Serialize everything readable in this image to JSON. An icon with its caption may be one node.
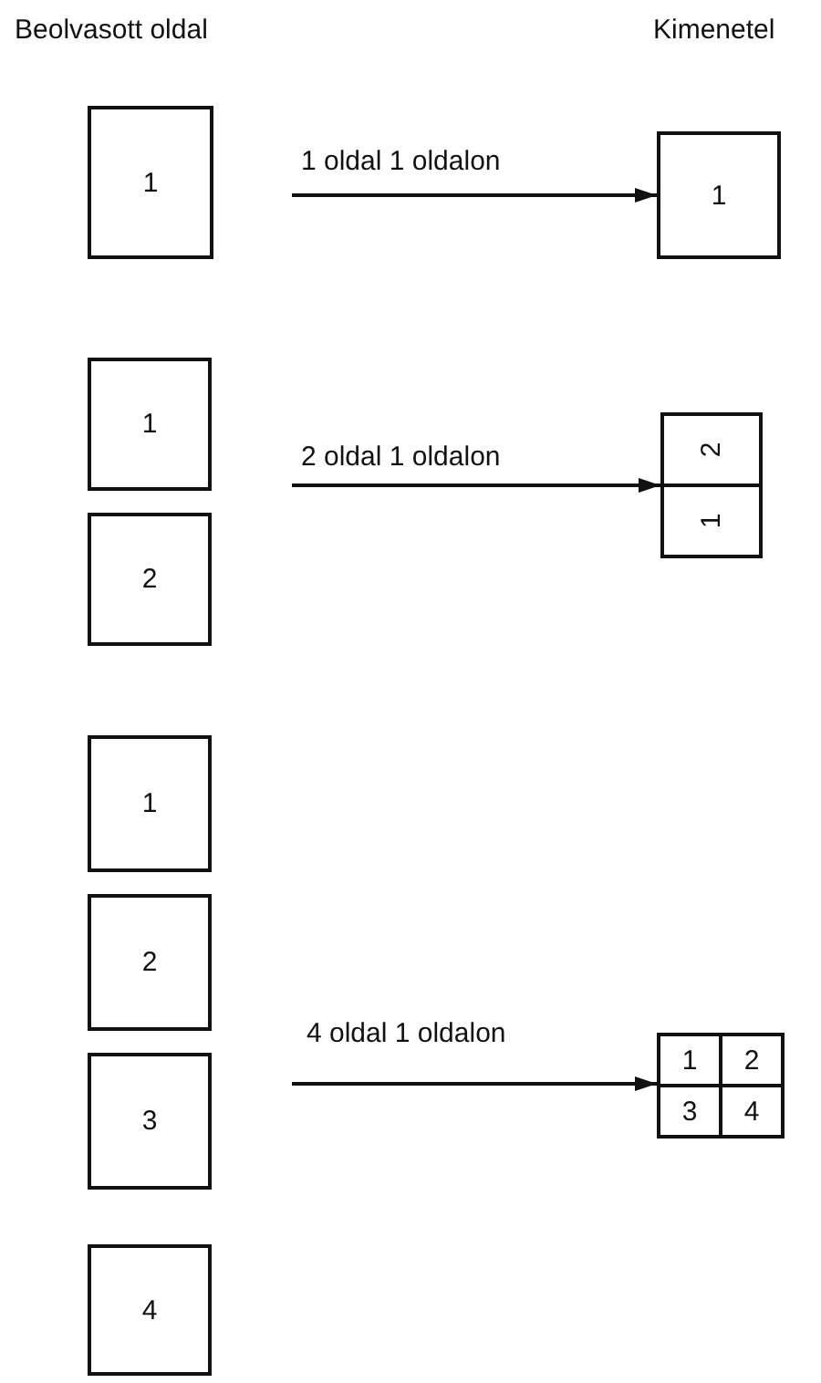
{
  "diagram": {
    "nodes": [
      {
        "text": [
          "1"
        ]
      },
      {
        "text": [
          "1"
        ]
      },
      {
        "text": [
          "1"
        ]
      },
      {
        "text": [
          "2"
        ]
      },
      {
        "text": [],
        "shape": "box"
      },
      {
        "text": [
          "2"
        ],
        "in": 4
      },
      {
        "text": [
          "1"
        ],
        "in": 4
      },
      {
        "text": [
          "1"
        ]
      },
      {
        "text": [
          "2"
        ]
      },
      {
        "text": [
          "3"
        ]
      },
      {
        "text": [
          "4"
        ]
      },
      {
        "text": [],
        "shape": "box"
      },
      {
        "text": [
          "1"
        ],
        "in": 11
      },
      {
        "text": [
          "2"
        ],
        "in": 11
      },
      {
        "text": [
          "3"
        ],
        "in": 11
      },
      {
        "text": [
          "4"
        ],
        "in": 11
      }
    ],
    "edges": [
      {
        "from": null,
        "to": 1,
        "arrow": "to",
        "label": "1 oldal 1 oldalon"
      },
      {
        "from": null,
        "to": 4,
        "arrow": "to",
        "label": "2 oldal 1 oldalon"
      },
      {
        "from": null,
        "to": 11,
        "arrow": "to",
        "label": "4 oldal 1 oldalon"
      }
    ],
    "labels": [
      "Beolvasott oldal",
      "Kimenetel"
    ]
  }
}
